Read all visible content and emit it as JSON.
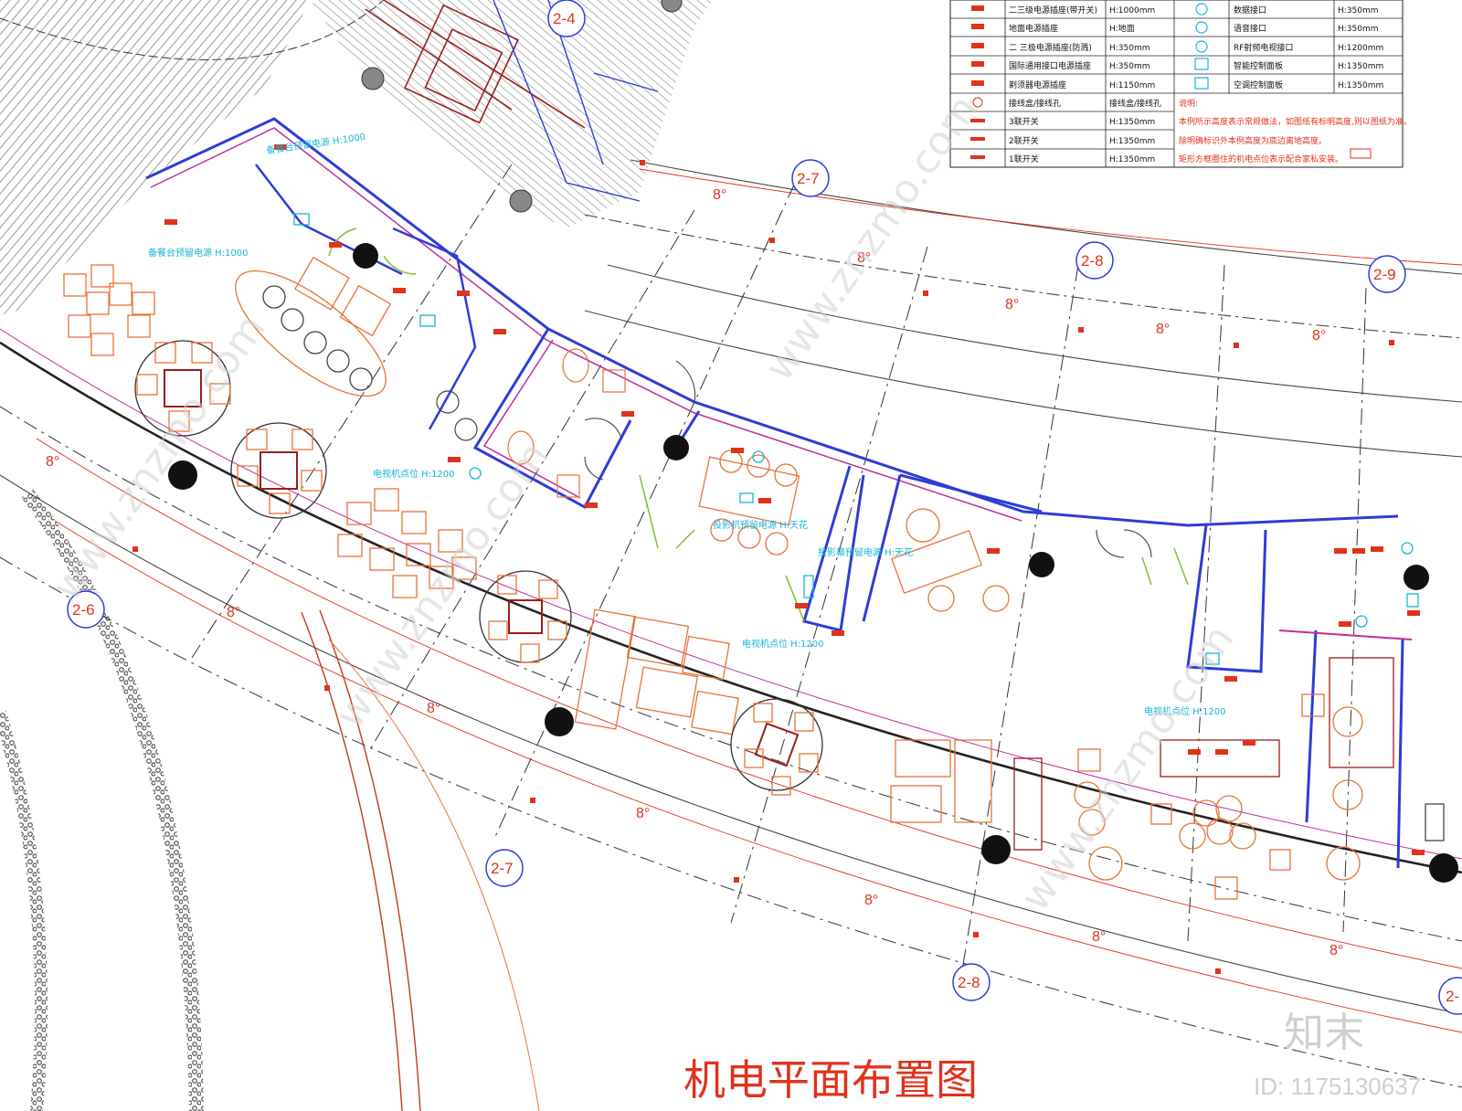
{
  "legend": {
    "rows": [
      {
        "label": "二三级电源插座(带开关)",
        "height": "H:1000mm",
        "label2": "数据接口",
        "height2": "H:350mm"
      },
      {
        "label": "地面电源插座",
        "height": "H:地面",
        "label2": "语音接口",
        "height2": "H:350mm"
      },
      {
        "label": "二 三极电源插座(防溅)",
        "height": "H:350mm",
        "label2": "RF射频电视接口",
        "height2": "H:1200mm"
      },
      {
        "label": "国际通用接口电源插座",
        "height": "H:350mm",
        "label2": "智能控制面板",
        "height2": "H:1350mm"
      },
      {
        "label": "剃须器电源插座",
        "height": "H:1150mm",
        "label2": "空调控制面板",
        "height2": "H:1350mm"
      },
      {
        "label": "接线盒/接线孔",
        "height": "接线盒/接线孔",
        "label2": "",
        "height2": ""
      },
      {
        "label": "3联开关",
        "height": "H:1350mm",
        "label2": "",
        "height2": ""
      },
      {
        "label": "2联开关",
        "height": "H:1350mm",
        "label2": "",
        "height2": ""
      },
      {
        "label": "1联开关",
        "height": "H:1350mm",
        "label2": "",
        "height2": ""
      }
    ],
    "notes": [
      "说明:",
      "本例所示高度表示常规做法，如图纸有标明高度,则以图纸为准。",
      "除明确标识外本例高度为底边离地高度。",
      "矩形方框圈住的机电点位表示配合家私安装。"
    ]
  },
  "axes": {
    "a1": "2-7",
    "a2": "2-8",
    "a3": "2-9",
    "a4": "2-6",
    "a5": "2-7",
    "a6": "2-8",
    "a7": "2-4",
    "a8": "2-"
  },
  "angle_label": "8°",
  "electrical_notes": {
    "n1": "备餐台预留电源 H:1000",
    "n2": "备餐台预留电源 H:1000",
    "n3": "电视机点位 H:1200",
    "n4": "投影机预留电源 H:天花",
    "n5": "投影幕预留电源 H:天花",
    "n6": "电视机点位 H:1200",
    "n7": "电视机点位 H:1200"
  },
  "title": "机电平面布置图",
  "watermark": {
    "brand": "知末",
    "id": "ID: 1175130637"
  },
  "colors": {
    "accent": "#e0321c",
    "cyan": "#17b5d9",
    "wall_blue": "#2e3bd6",
    "wall_magenta": "#c22c9c",
    "furniture": "#e8733a"
  }
}
